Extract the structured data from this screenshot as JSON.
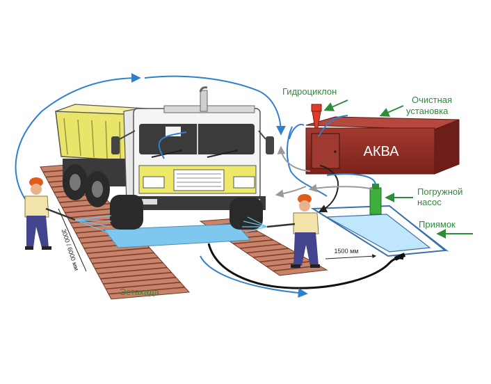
{
  "labels": {
    "hydrocyclone": "Гидроциклон",
    "treatment_line1": "Очистная",
    "treatment_line2": "установка",
    "unit_name": "АКВА",
    "pump_line1": "Погружной",
    "pump_line2": "насос",
    "sump": "Приямок",
    "ramp": "Эстакада",
    "length_dim": "3000 / 6000 мм",
    "width_dim": "1500 мм"
  },
  "colors": {
    "label_green": "#2e8b3a",
    "unit_red": "#8b2a22",
    "truck_body_yellow": "#e9e46a",
    "flow_blue": "#2f7fd0",
    "ramp_copper": "#b8674a",
    "water_blue": "#6fc3ef",
    "pump_green": "#3fae3c"
  },
  "icons": [
    "truck-icon",
    "worker-icon",
    "hydrocyclone-icon",
    "pump-icon",
    "water-spray-icon",
    "flow-arrow-icon"
  ]
}
